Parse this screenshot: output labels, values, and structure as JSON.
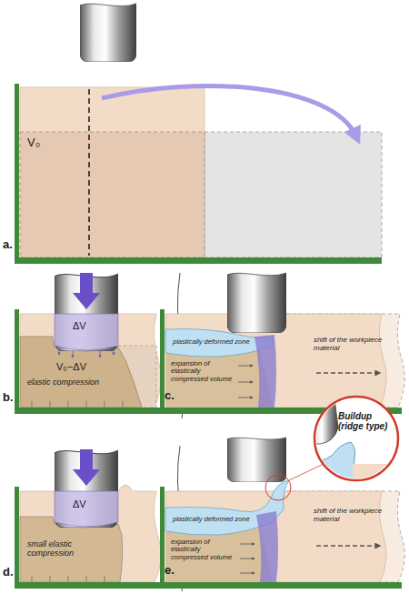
{
  "diagram": {
    "labels": [
      "a.",
      "V₀",
      "b.",
      "ΔV",
      "V₀−ΔV",
      "elastic compression",
      "c.",
      "plastically deformed zone",
      "expansion of elastically compressed volume",
      "shift of the workpiece material",
      "d.",
      "ΔV",
      "small elastic compression",
      "e.",
      "plastically deformed zone",
      "expansion of elastically compressed volume",
      "shift of the workpiece material",
      "Buildup (ridge type)"
    ]
  }
}
